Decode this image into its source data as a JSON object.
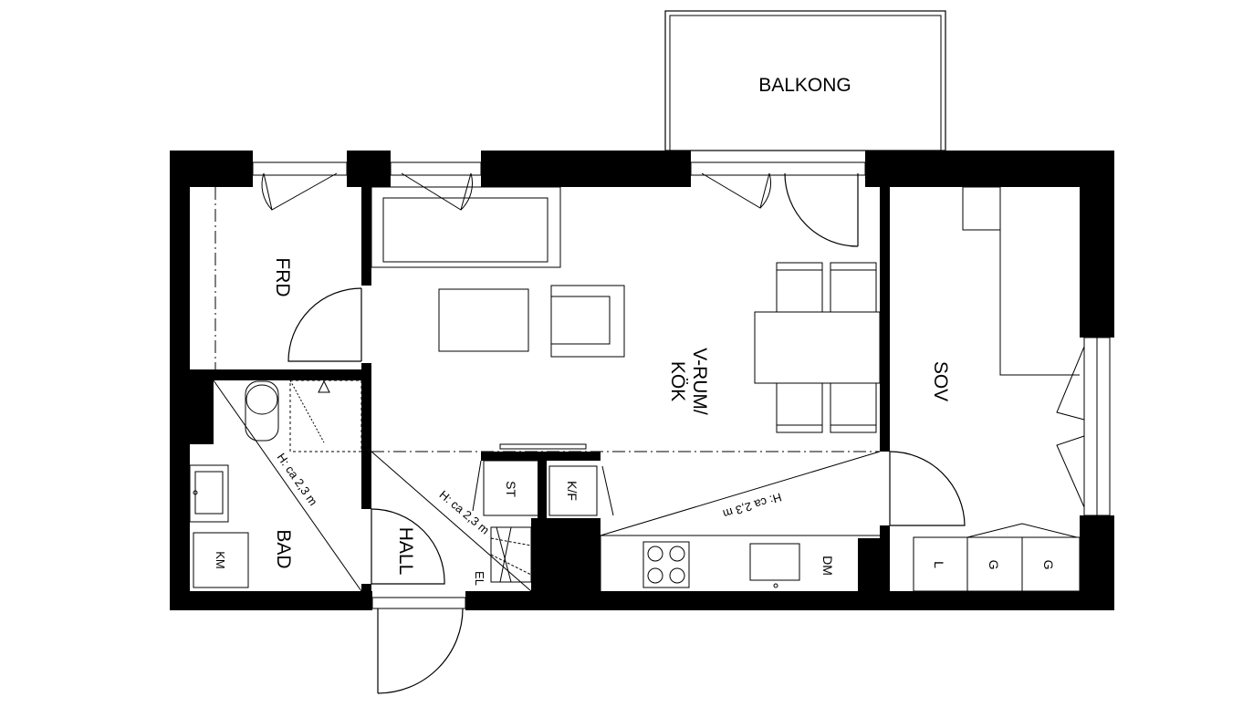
{
  "rooms": {
    "balkong": "BALKONG",
    "frd": "FRD",
    "vrum_line1": "V-RUM/",
    "vrum_line2": "KÖK",
    "sov": "SOV",
    "bad": "BAD",
    "hall": "HALL"
  },
  "fixtures": {
    "km": "KM",
    "st": "ST",
    "kf": "K/F",
    "dm": "DM",
    "el": "EL",
    "l": "L",
    "g1": "G",
    "g2": "G"
  },
  "annotations": {
    "height_bad": "H: ca 2,3 m",
    "height_hall": "H: ca 2,3 m",
    "height_kok": "H: ca 2,3 m"
  },
  "colors": {
    "wall": "#000000",
    "background": "#ffffff"
  }
}
